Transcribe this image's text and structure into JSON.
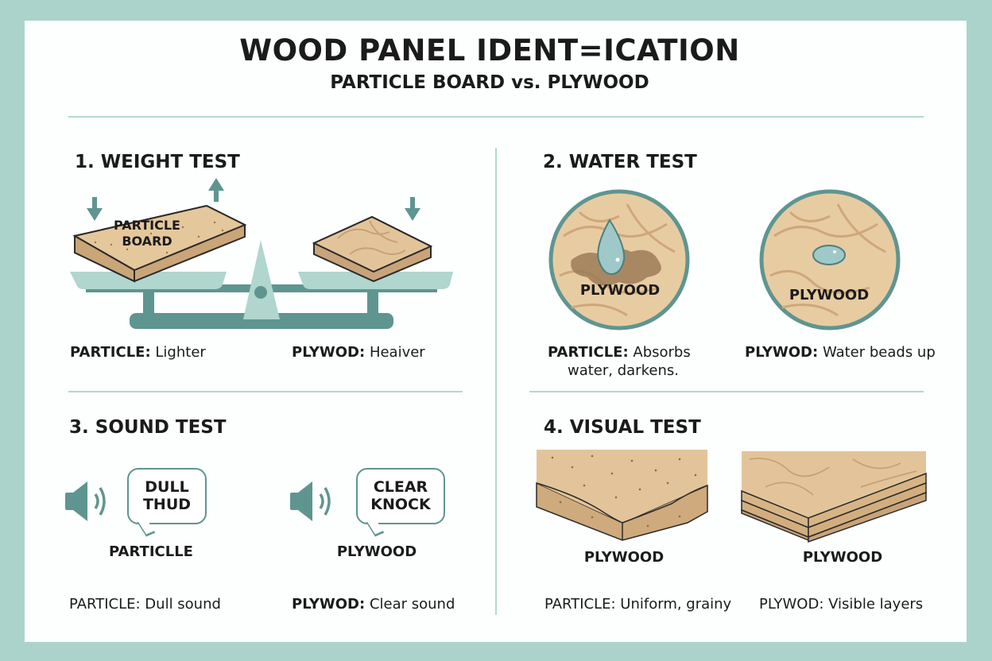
{
  "header": {
    "title": "WOOD PANEL IDENT=ICATION",
    "subtitle": "PARTICLE BOARD vs. PLYWOOD"
  },
  "colors": {
    "background": "#acd3cb",
    "teal_dark": "#5f9590",
    "teal_light": "#b0d6ce",
    "wood": "#e3c49a",
    "divider": "#b6d8d1"
  },
  "sections": [
    {
      "title": "1. WEIGHT TEST",
      "illustration_label": "PARTICLE BOARD",
      "illustration_label_line1": "PARTICLE",
      "illustration_label_line2": "BOARD",
      "captions": [
        {
          "key": "PARTICLE:",
          "value": "Lighter"
        },
        {
          "key": "PLYWOD:",
          "value": "Heaiver"
        }
      ]
    },
    {
      "title": "2. WATER TEST",
      "circle_labels": [
        "PLYWOOD",
        "PLYWOOD"
      ],
      "captions": [
        {
          "key": "PARTICLE:",
          "value": "Absorbs",
          "value2": "water, darkens."
        },
        {
          "key": "PLYWOD:",
          "value": "Water beads up"
        }
      ]
    },
    {
      "title": "3. SOUND TEST",
      "bubbles": [
        {
          "line1": "DULL",
          "line2": "THUD",
          "label": "PARTICLLE"
        },
        {
          "line1": "CLEAR",
          "line2": "KNOCK",
          "label": "PLYWOOD"
        }
      ],
      "captions": [
        {
          "key": "PARTICLE:",
          "value": "Dull sound"
        },
        {
          "key": "PLYWOD:",
          "value": "Clear sound"
        }
      ]
    },
    {
      "title": "4. VISUAL TEST",
      "panel_labels": [
        "PLYWOOD",
        "PLYWOOD"
      ],
      "captions": [
        {
          "key": "PARTICLE:",
          "value": "Uniform, grainy"
        },
        {
          "key": "PLYWOD:",
          "value": "Visible layers"
        }
      ]
    }
  ]
}
